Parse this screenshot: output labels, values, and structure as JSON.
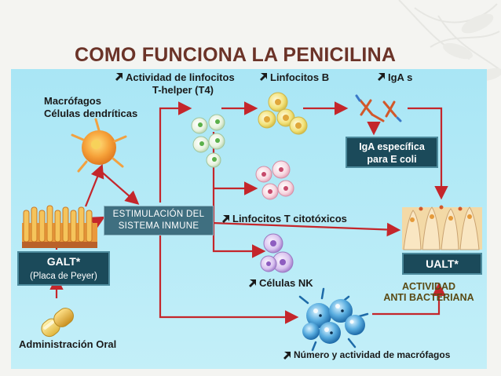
{
  "slide": {
    "title": "COMO FUNCIONA LA PENICILINA"
  },
  "diagram": {
    "labels": {
      "macrofagos_1": "Macrófagos",
      "macrofagos_2": "Células dendríticas",
      "th_1": "Actividad de linfocitos",
      "th_2": "T-helper (T4)",
      "linfocitos_b": "Linfocitos B",
      "iga_s": "IgA s",
      "ltc": "Linfocitos T citotóxicos",
      "celulas_nk": "Células NK",
      "macrofagos_act": "Número y actividad de macrófagos",
      "admin_oral": "Administración Oral",
      "actividad_1": "ACTIVIDAD",
      "actividad_2": "ANTI BACTERIANA"
    },
    "boxes": {
      "iga_especifica_1": "IgA específica",
      "iga_especifica_2": "para E coli",
      "estimulacion_1": "ESTIMULACIÓN DEL",
      "estimulacion_2": "SISTEMA INMUNE",
      "galt_1": "GALT*",
      "galt_2": "(Placa de Peyer)",
      "ualt": "UALT*"
    },
    "colors": {
      "arrow": "#c4262b",
      "panel": "#b2e8f5",
      "box_dark": "#1b4a5a",
      "title": "#6b3328"
    },
    "icons": {
      "label_marker": "up-right-arrow-icon",
      "capsule": "capsule-icon"
    }
  }
}
